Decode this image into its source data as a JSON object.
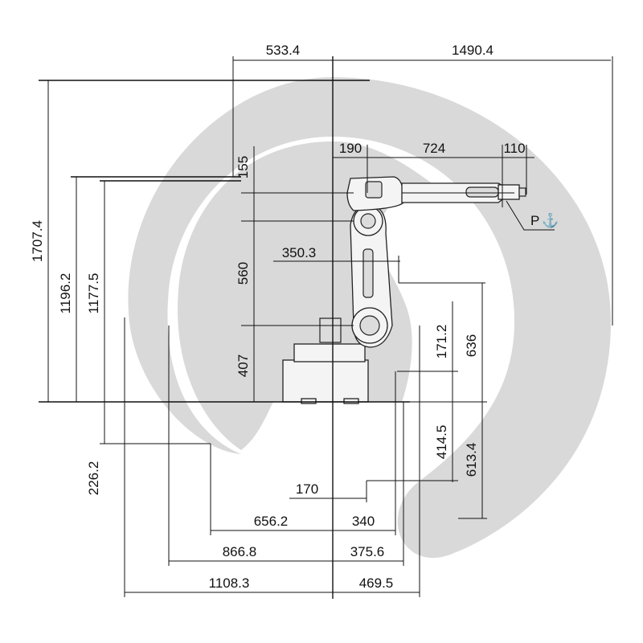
{
  "colors": {
    "workspace": "#d9d9d9",
    "lines": "#111111",
    "background": "#ffffff"
  },
  "dimensions": {
    "top_left": "533.4",
    "top_right": "1490.4",
    "arm_190": "190",
    "arm_724": "724",
    "arm_110": "110",
    "flange_label": "P",
    "h_155": "155",
    "h_560": "560",
    "h_407": "407",
    "reach_350": "350.3",
    "total_height": "1707.4",
    "h_1196": "1196.2",
    "h_1177": "1177.5",
    "low_226": "226.2",
    "v_171": "171.2",
    "v_636": "636",
    "v_414": "414.5",
    "v_613": "613.4",
    "b_170": "170",
    "b_656": "656.2",
    "b_340": "340",
    "b_866": "866.8",
    "b_375": "375.6",
    "b_1108": "1108.3",
    "b_469": "469.5"
  }
}
